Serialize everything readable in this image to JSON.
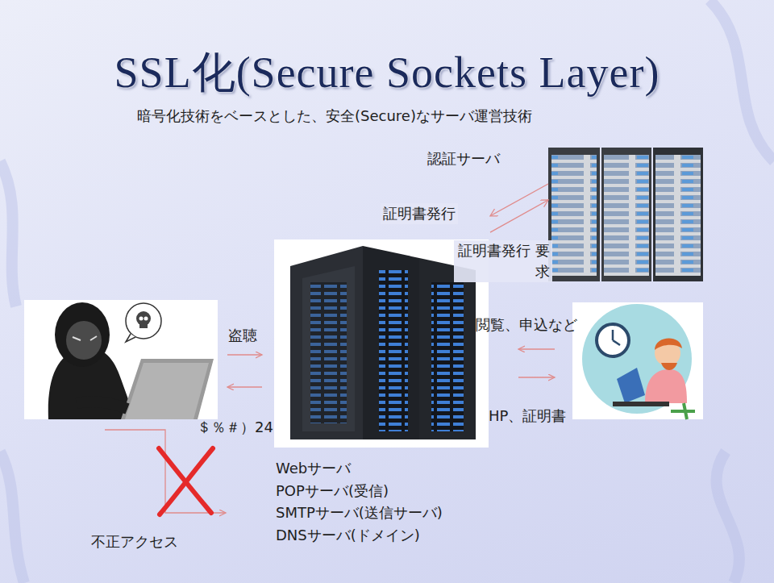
{
  "diagram": {
    "title": "SSL化(Secure Sockets Layer)",
    "nodes": [
      {
        "text": [
          "認証サーバ"
        ]
      },
      {
        "text": [
          "Webサーバ",
          "POPサーバ(受信)",
          "SMTPサーバ(送信サーバ)",
          "DNSサーバ(ドメイン)"
        ]
      }
    ],
    "edges": [
      {
        "from": 0,
        "to": 1,
        "label": "証明書発行",
        "arrow": "to"
      },
      {
        "from": 1,
        "to": 0,
        "label": "証明書発行 要求",
        "arrow": "to"
      }
    ],
    "labels": [
      "暗号化技術をベースとした、安全(Secure)なサーバ運営技術",
      "盗聴",
      "＄％＃）24",
      "閲覧、申込など",
      "HP、証明書",
      "不正アクセス"
    ]
  }
}
